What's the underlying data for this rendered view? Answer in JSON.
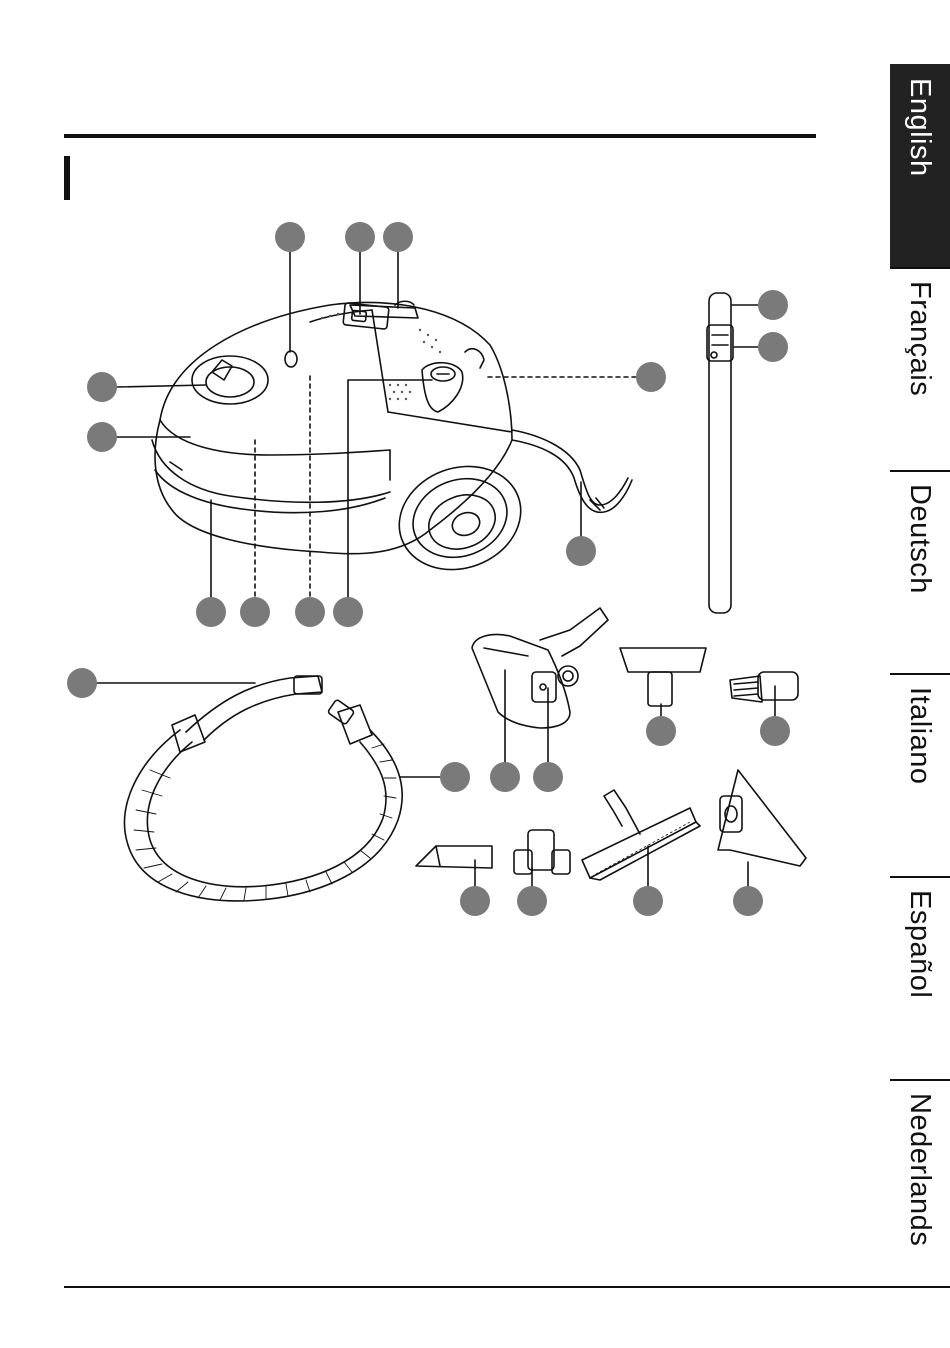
{
  "languages": [
    {
      "label": "English",
      "active": true
    },
    {
      "label": "Français",
      "active": false
    },
    {
      "label": "Deutsch",
      "active": false
    },
    {
      "label": "Italiano",
      "active": false
    },
    {
      "label": "Español",
      "active": false
    },
    {
      "label": "Nederlands",
      "active": false
    }
  ],
  "colors": {
    "ink": "#111111",
    "callout": "#7a7a7a",
    "active_tab": "#222222"
  }
}
